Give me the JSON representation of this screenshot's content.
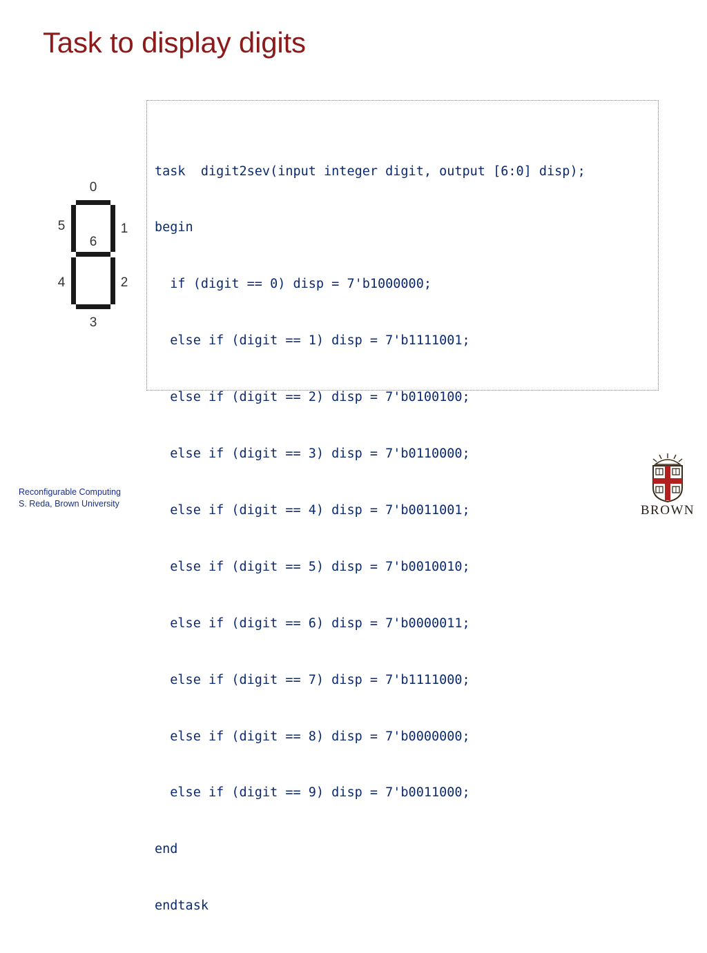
{
  "slide": {
    "title": "Task to display digits"
  },
  "segment_diagram": {
    "labels": [
      "0",
      "1",
      "2",
      "3",
      "4",
      "5",
      "6"
    ]
  },
  "code": {
    "lines": [
      "task  digit2sev(input integer digit, output [6:0] disp);",
      "begin",
      "  if (digit == 0) disp = 7'b1000000;",
      "  else if (digit == 1) disp = 7'b1111001;",
      "  else if (digit == 2) disp = 7'b0100100;",
      "  else if (digit == 3) disp = 7'b0110000;",
      "  else if (digit == 4) disp = 7'b0011001;",
      "  else if (digit == 5) disp = 7'b0010010;",
      "  else if (digit == 6) disp = 7'b0000011;",
      "  else if (digit == 7) disp = 7'b1111000;",
      "  else if (digit == 8) disp = 7'b0000000;",
      "  else if (digit == 9) disp = 7'b0011000;",
      "end",
      "endtask"
    ]
  },
  "footer": {
    "line1": "Reconfigurable Computing",
    "line2": "S. Reda, Brown University"
  },
  "logo": {
    "wordmark": "BROWN"
  },
  "colors": {
    "title": "#8b1a1a",
    "code": "#0b2a6e",
    "footer": "#1a2e8a",
    "segment": "#1a1a1a"
  }
}
